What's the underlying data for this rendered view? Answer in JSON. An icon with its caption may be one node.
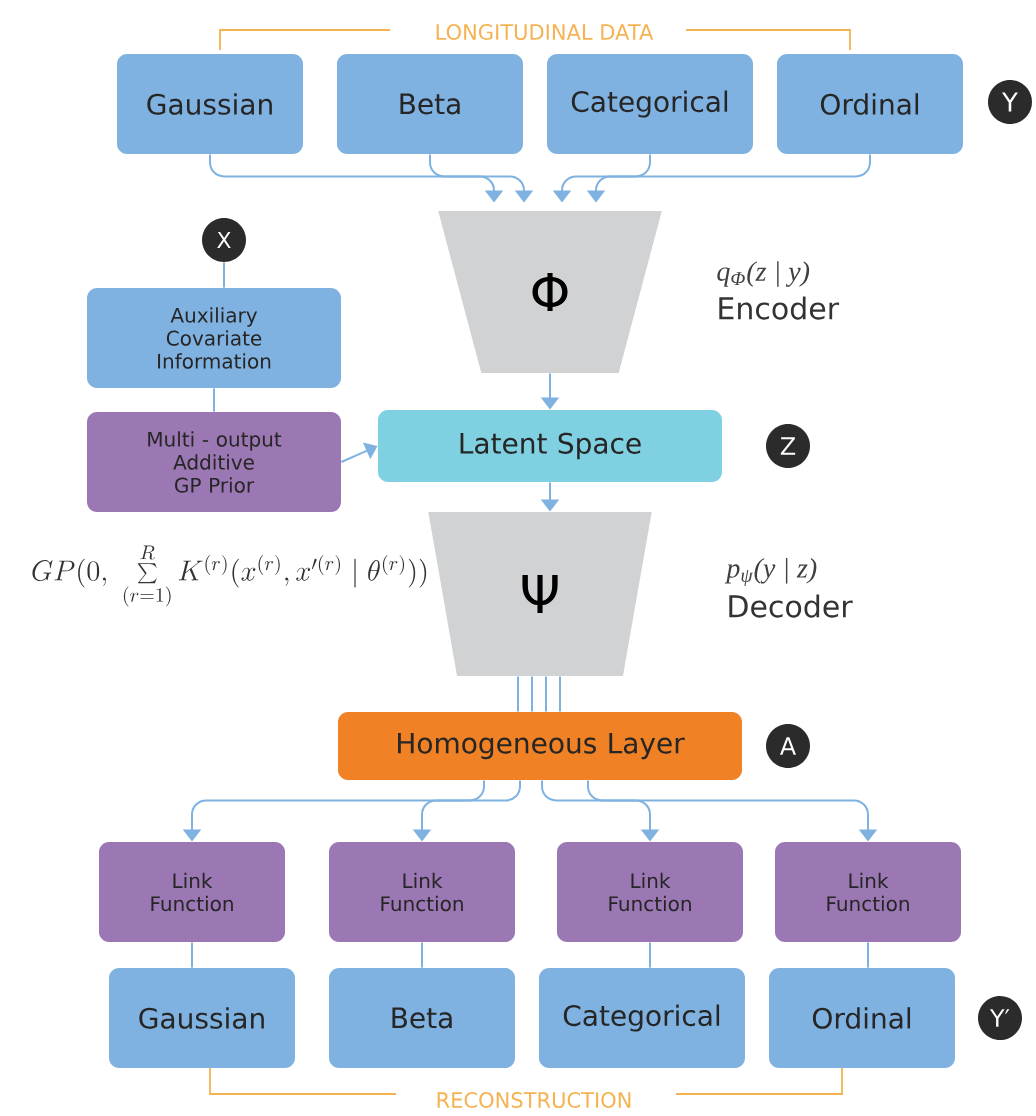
{
  "diagram": {
    "nodes": [
      {
        "text": [
          "Gaussian"
        ]
      },
      {
        "text": [
          "Beta"
        ]
      },
      {
        "text": [
          "Categorical"
        ]
      },
      {
        "text": [
          "Ordinal"
        ]
      },
      {
        "text": [
          "Y"
        ]
      },
      {
        "text": [
          "Φ"
        ],
        "beside": [
          "q$_{Φ}$(z | y)",
          "Encoder"
        ]
      },
      {
        "text": [
          "X"
        ]
      },
      {
        "text": [
          "Auxiliary Covariate Information"
        ]
      },
      {
        "text": [
          "Multi - output Additive GP Prior"
        ]
      },
      {
        "text": [
          "Latent Space"
        ]
      },
      {
        "text": [
          "Z"
        ]
      },
      {
        "text": [
          "Ψ"
        ],
        "beside": [
          "p$_{ψ}$(y | z)",
          "Decoder"
        ]
      },
      {
        "text": [
          "Homogeneous Layer"
        ]
      },
      {
        "text": [
          "A"
        ]
      },
      {
        "text": [
          "Link Function"
        ]
      },
      {
        "text": [
          "Link Function"
        ]
      },
      {
        "text": [
          "Link Function"
        ]
      },
      {
        "text": [
          "Link Function"
        ]
      },
      {
        "text": [
          "Gaussian"
        ]
      },
      {
        "text": [
          "Beta"
        ]
      },
      {
        "text": [
          "Categorical"
        ]
      },
      {
        "text": [
          "Ordinal"
        ]
      },
      {
        "text": [
          "Y′"
        ]
      }
    ],
    "edges": [
      {
        "from": 0,
        "to": 5,
        "arrow": "to"
      },
      {
        "from": 1,
        "to": 5,
        "arrow": "to"
      },
      {
        "from": 2,
        "to": 5,
        "arrow": "to"
      },
      {
        "from": 3,
        "to": 5,
        "arrow": "to"
      },
      {
        "from": 6,
        "to": 7,
        "arrow": "none"
      },
      {
        "from": 7,
        "to": 8,
        "arrow": "none"
      },
      {
        "from": 8,
        "to": 9,
        "arrow": "to"
      },
      {
        "from": 5,
        "to": 9,
        "arrow": "to"
      },
      {
        "from": 9,
        "to": 11,
        "arrow": "to"
      },
      {
        "from": 11,
        "to": 12,
        "arrow": "none"
      },
      {
        "from": 12,
        "to": 14,
        "arrow": "to"
      },
      {
        "from": 12,
        "to": 15,
        "arrow": "to"
      },
      {
        "from": 12,
        "to": 16,
        "arrow": "to"
      },
      {
        "from": 12,
        "to": 17,
        "arrow": "to"
      },
      {
        "from": 14,
        "to": 18,
        "arrow": "none"
      },
      {
        "from": 15,
        "to": 19,
        "arrow": "none"
      },
      {
        "from": 16,
        "to": 20,
        "arrow": "none"
      },
      {
        "from": 17,
        "to": 21,
        "arrow": "none"
      }
    ],
    "labels": [
      "LONGITUDINAL DATA",
      "GP\\Big(0,\\ \\sum\\limits_{(r=1)}^{R} K^{(r)}\\big(x^{(r)},x'^{(r)} \\mid \\theta^{(r)}\\big)\\Big)",
      "RECONSTRUCTION"
    ]
  }
}
